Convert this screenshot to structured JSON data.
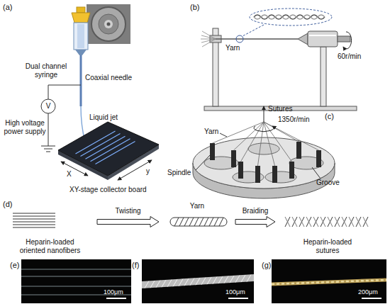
{
  "diagram": {
    "nodes": [
      {
        "text": [
          "Heparin-loaded oriented nanofibers"
        ]
      },
      {
        "text": [
          "Yarn"
        ]
      },
      {
        "text": [
          "Heparin-loaded sutures"
        ]
      }
    ],
    "edges": [
      {
        "from": 0,
        "to": 1,
        "arrow": "to",
        "label": "Twisting"
      },
      {
        "from": 1,
        "to": 2,
        "arrow": "to",
        "label": "Braiding"
      }
    ],
    "labels": [
      "(a)",
      "Dual channel syringe",
      "Coaxial needle",
      "Liquid jet",
      "V",
      "High voltage power supply",
      "XY-stage collector board",
      "X",
      "y",
      "(b)",
      "Yarn",
      "60r/min",
      "(c)",
      "Sutures",
      "1350r/min",
      "Yarn",
      "Spindle",
      "Groove",
      "(d)",
      "(e)",
      "100μm",
      "(f)",
      "100μm",
      "(g)",
      "200μm"
    ]
  }
}
